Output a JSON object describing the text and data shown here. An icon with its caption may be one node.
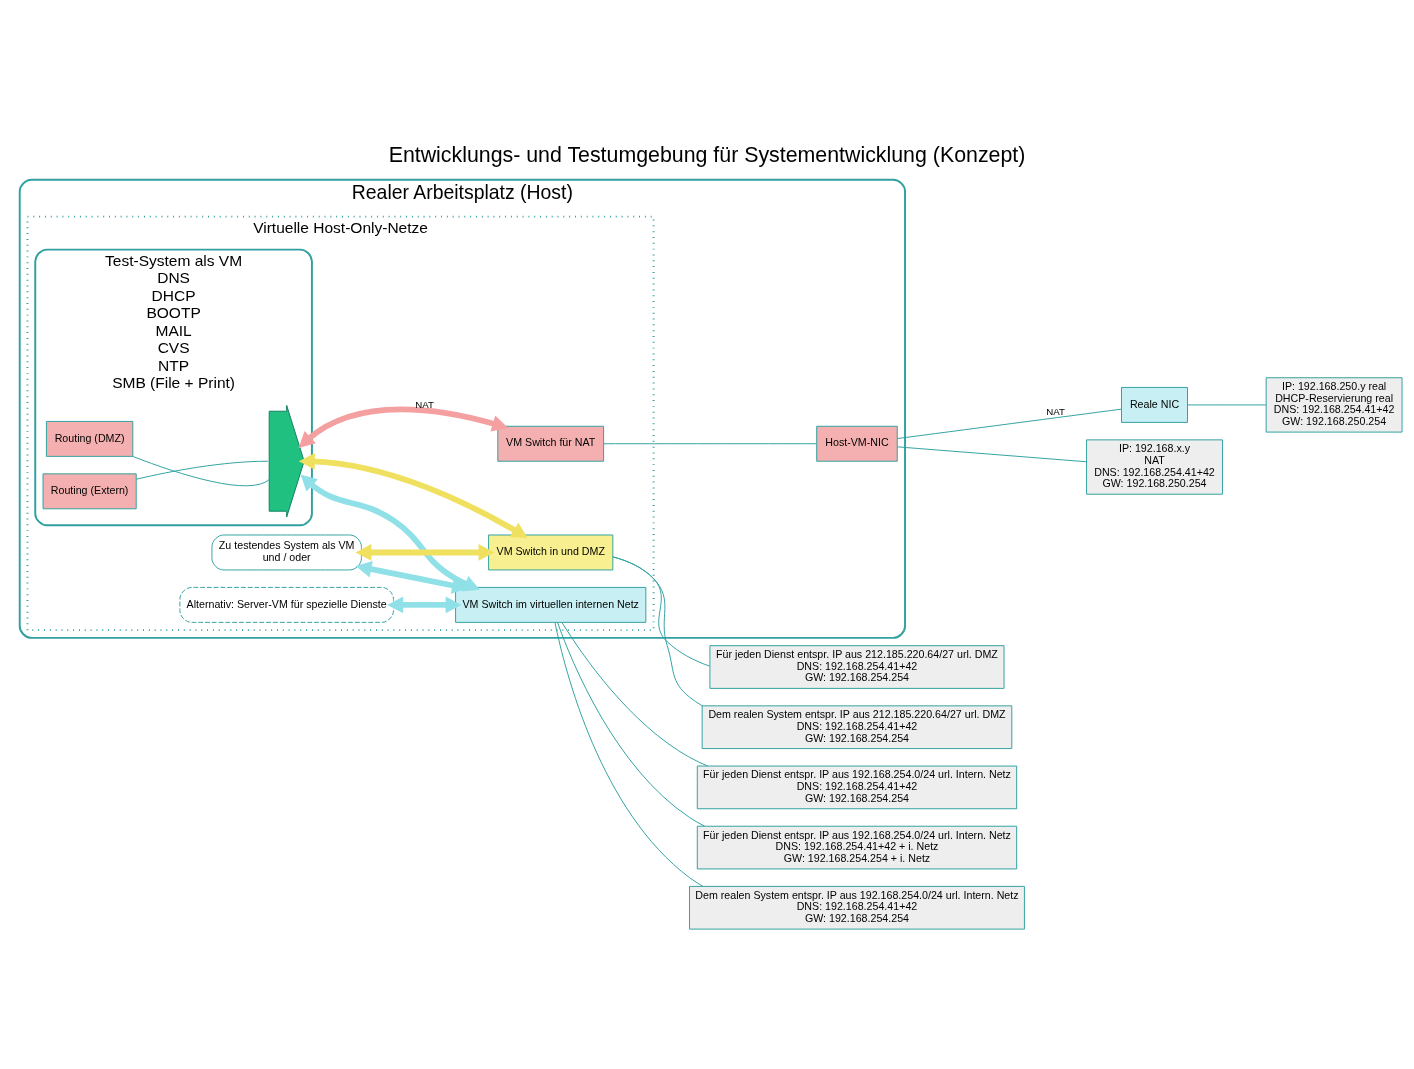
{
  "diagram": {
    "title": "Entwicklungs- und Testumgebung für Systementwicklung (Konzept)",
    "nodes": [
      {
        "text": [
          "Realer Arbeitsplatz (Host)"
        ]
      },
      {
        "text": [
          "Virtuelle Host-Only-Netze"
        ],
        "in": 0
      },
      {
        "text": [
          "Test-System als VM",
          "DNS",
          "DHCP",
          "BOOTP",
          "MAIL",
          "CVS",
          "NTP",
          "SMB (File + Print)"
        ],
        "in": 1
      },
      {
        "text": [
          "Routing (Extern)"
        ],
        "in": 2
      },
      {
        "text": [
          "Routing (DMZ)"
        ],
        "in": 2
      },
      {
        "text": [],
        "shape": "arrow",
        "in": 2
      },
      {
        "text": [
          "Zu testendes System als VM",
          "und / oder"
        ],
        "in": 1
      },
      {
        "text": [
          "Alternativ: Server-VM für spezielle Dienste"
        ],
        "in": 1
      },
      {
        "text": [
          "VM Switch im virtuellen internen Netz"
        ],
        "in": 1
      },
      {
        "text": [
          "VM Switch in und DMZ"
        ],
        "in": 1
      },
      {
        "text": [
          "VM Switch für NAT"
        ],
        "in": 1
      },
      {
        "text": [
          "Reale NIC"
        ]
      },
      {
        "text": [
          "Host-VM-NIC"
        ],
        "in": 0
      },
      {
        "text": [
          "IP: 192.168.250.y real",
          "DHCP-Reservierung real",
          "DNS: 192.168.254.41+42",
          "GW: 192.168.250.254"
        ]
      },
      {
        "text": [
          "IP: 192.168.x.y",
          "NAT",
          "DNS: 192.168.254.41+42",
          "GW: 192.168.250.254"
        ]
      },
      {
        "text": [
          "Für jeden Dienst entspr. IP aus 212.185.220.64/27 url. DMZ",
          "DNS: 192.168.254.41+42",
          "GW: 192.168.254.254"
        ]
      },
      {
        "text": [
          "Für jeden Dienst entspr. IP aus 192.168.254.0/24 url. Intern. Netz",
          "DNS: 192.168.254.41+42 + i. Netz",
          "GW: 192.168.254.254 + i. Netz"
        ]
      },
      {
        "text": [
          "Dem realen System entspr. IP aus 192.168.254.0/24 url. Intern. Netz",
          "DNS: 192.168.254.41+42",
          "GW: 192.168.254.254"
        ]
      },
      {
        "text": [
          "Dem realen System entspr. IP aus 212.185.220.64/27 url. DMZ",
          "DNS: 192.168.254.41+42",
          "GW: 192.168.254.254"
        ]
      },
      {
        "text": [
          "Für jeden Dienst entspr. IP aus 192.168.254.0/24 url. Intern. Netz",
          "DNS: 192.168.254.41+42",
          "GW: 192.168.254.254"
        ]
      }
    ],
    "edges": [
      {
        "from": 3,
        "to": 5,
        "arrow": "none"
      },
      {
        "from": 4,
        "to": 5,
        "arrow": "none"
      },
      {
        "from": 5,
        "to": 10,
        "arrow": "both",
        "label": "NAT",
        "style": "thick",
        "color": "#f4a0a0"
      },
      {
        "from": 5,
        "to": 9,
        "arrow": "both",
        "style": "thick",
        "color": "#f0e060"
      },
      {
        "from": 5,
        "to": 8,
        "arrow": "both",
        "style": "thick",
        "color": "#90e0e8"
      },
      {
        "from": 6,
        "to": 8,
        "arrow": "both",
        "style": "thick",
        "color": "#90e0e8"
      },
      {
        "from": 6,
        "to": 9,
        "arrow": "both",
        "style": "thick",
        "color": "#f0e060"
      },
      {
        "from": 7,
        "to": 8,
        "arrow": "both",
        "style": "thick",
        "color": "#90e0e8"
      },
      {
        "from": 10,
        "to": 12,
        "arrow": "none"
      },
      {
        "from": 12,
        "to": 11,
        "arrow": "none",
        "label": "NAT"
      },
      {
        "from": 11,
        "to": 13,
        "arrow": "none"
      },
      {
        "from": 12,
        "to": 14,
        "arrow": "none"
      },
      {
        "from": 9,
        "to": 15,
        "arrow": "none"
      },
      {
        "from": 8,
        "to": 16,
        "arrow": "none"
      },
      {
        "from": 8,
        "to": 17,
        "arrow": "none"
      },
      {
        "from": 9,
        "to": 18,
        "arrow": "none"
      },
      {
        "from": 8,
        "to": 19,
        "arrow": "none"
      }
    ]
  }
}
